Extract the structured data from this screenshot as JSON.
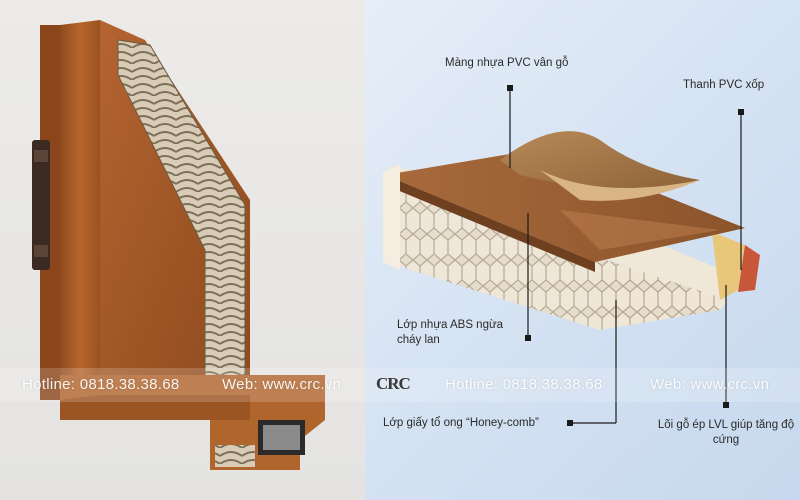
{
  "labels": {
    "pvc_film": "Màng nhựa PVC vân gỗ",
    "pvc_foam": "Thanh PVC xốp",
    "abs_layer": "Lớp nhựa ABS ngừa cháy lan",
    "honeycomb": "Lớp giấy tổ ong “Honey-comb”",
    "lvl_core": "Lõi gỗ ép LVL giúp tăng độ cứng"
  },
  "watermark": {
    "hotline": "Hotline: 0818.38.38.68",
    "web": "Web: www.crc.vn",
    "logo": "CRC"
  },
  "colors": {
    "wood": "#a85a25",
    "honeycomb": "#d9cfbf",
    "background_right": "#d3e1f2"
  }
}
